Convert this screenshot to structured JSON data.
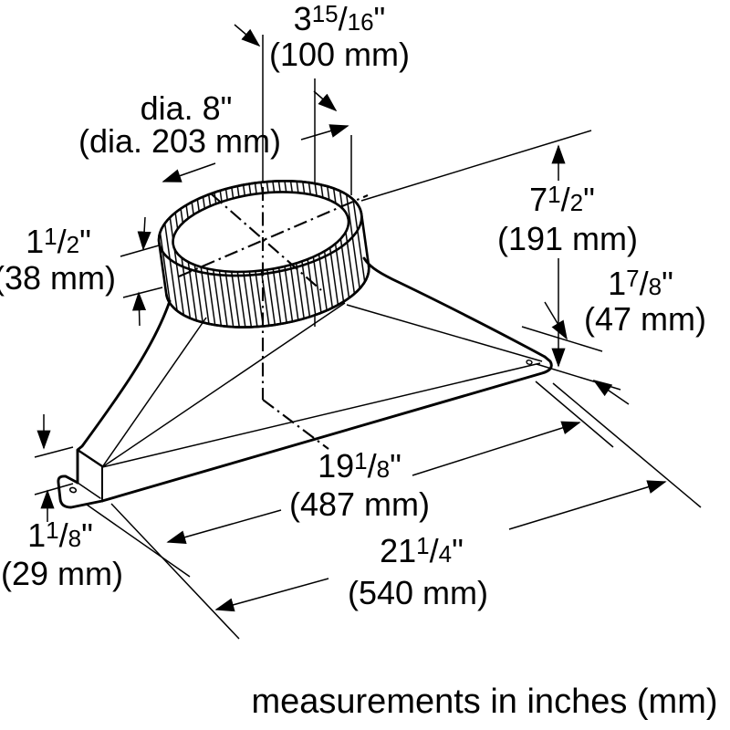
{
  "caption": "measurements in inches (mm)",
  "sym": {
    "slash": "/",
    "inch": "\""
  },
  "colors": {
    "line": "#000000",
    "bg": "#ffffff"
  },
  "dims": {
    "offset_top": {
      "whole": "3",
      "num": "15",
      "den": "16",
      "mm": "(100 mm)"
    },
    "diameter": {
      "inch": "dia. 8",
      "mm": "(dia. 203 mm)"
    },
    "collar_height": {
      "whole": "1",
      "num": "1",
      "den": "2",
      "mm": "(38 mm)"
    },
    "total_height": {
      "whole": "7",
      "num": "1",
      "den": "2",
      "mm": "(191 mm)"
    },
    "end_height": {
      "whole": "1",
      "num": "7",
      "den": "8",
      "mm": "(47 mm)"
    },
    "base_length": {
      "whole": "19",
      "num": "1",
      "den": "8",
      "mm": "(487 mm)"
    },
    "overall_length": {
      "whole": "21",
      "num": "1",
      "den": "4",
      "mm": "(540 mm)"
    },
    "flange_height": {
      "whole": "1",
      "num": "1",
      "den": "8",
      "mm": "(29 mm)"
    }
  }
}
